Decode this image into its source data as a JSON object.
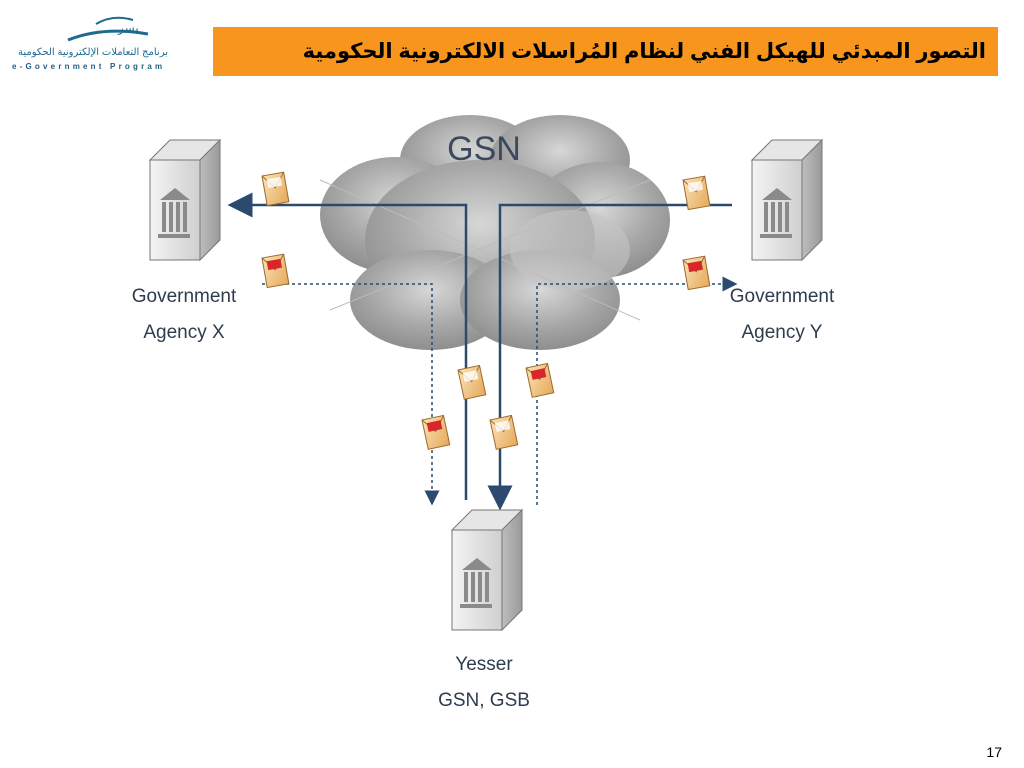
{
  "header": {
    "title": "التصور المبدئي للهيكل الفني لنظام المُراسلات الالكترونية الحكومية",
    "logo_calligraphy": "يسر",
    "logo_arabic": "برنامج التعاملات الإلكترونية الحكومية",
    "logo_english": "e-Government Program"
  },
  "diagram": {
    "cloud_label": "GSN",
    "agency_x": {
      "line1": "Government",
      "line2": "Agency X"
    },
    "agency_y": {
      "line1": "Government",
      "line2": "Agency Y"
    },
    "yesser": {
      "line1": "Yesser",
      "line2": "GSN, GSB"
    }
  },
  "colors": {
    "accent": "#f7951d",
    "arrow": "#2b4a6e",
    "cloud": "#9c9c9c"
  },
  "footer": {
    "page_number": "17"
  }
}
